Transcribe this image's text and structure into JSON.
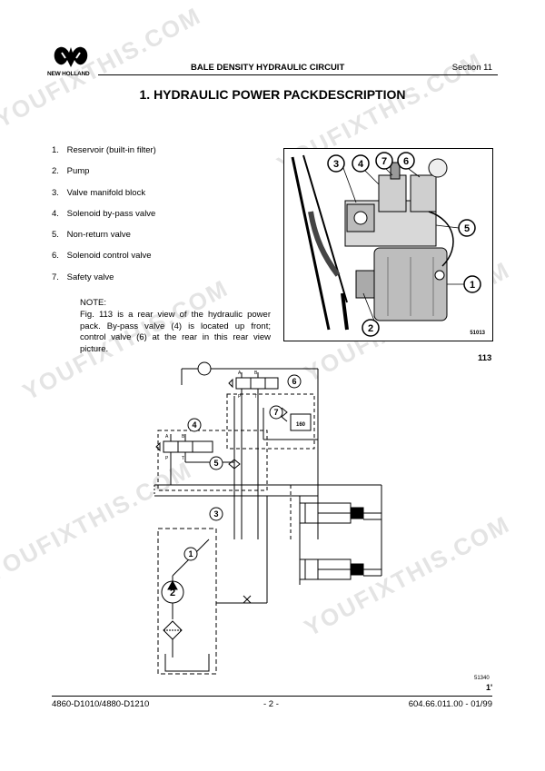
{
  "header": {
    "logo_text": "NEW HOLLAND",
    "title": "BALE DENSITY HYDRAULIC CIRCUIT",
    "section": "Section 11"
  },
  "page_title": "1.  HYDRAULIC POWER PACKDESCRIPTION",
  "components": [
    {
      "num": "1.",
      "label": "Reservoir (built-in filter)"
    },
    {
      "num": "2.",
      "label": "Pump"
    },
    {
      "num": "3.",
      "label": "Valve manifold block"
    },
    {
      "num": "4.",
      "label": "Solenoid by-pass valve"
    },
    {
      "num": "5.",
      "label": "Non-return valve"
    },
    {
      "num": "6.",
      "label": "Solenoid control valve"
    },
    {
      "num": "7.",
      "label": "Safety valve"
    }
  ],
  "note": {
    "label": "NOTE:",
    "text": "Fig. 113 is a rear view of the hydraulic power pack. By-pass valve (4) is located up front; control valve (6) at the rear in this rear view picture."
  },
  "photo": {
    "code": "51013",
    "callouts": [
      "3",
      "4",
      "7",
      "6",
      "5",
      "1",
      "2"
    ]
  },
  "figure_number": "113",
  "schematic": {
    "code": "51340",
    "relief_setting": "160",
    "callouts": [
      "6",
      "7",
      "4",
      "5",
      "3",
      "1",
      "2"
    ],
    "port_labels": {
      "a": "A",
      "b": "B",
      "p": "P",
      "t": "T"
    }
  },
  "corner_mark": "1'",
  "footer": {
    "model": "4860-D1010/4880-D1210",
    "page": "- 2 -",
    "doc_ref": "604.66.011.00 - 01/99"
  },
  "watermark": "YOUFIXTHIS.COM"
}
